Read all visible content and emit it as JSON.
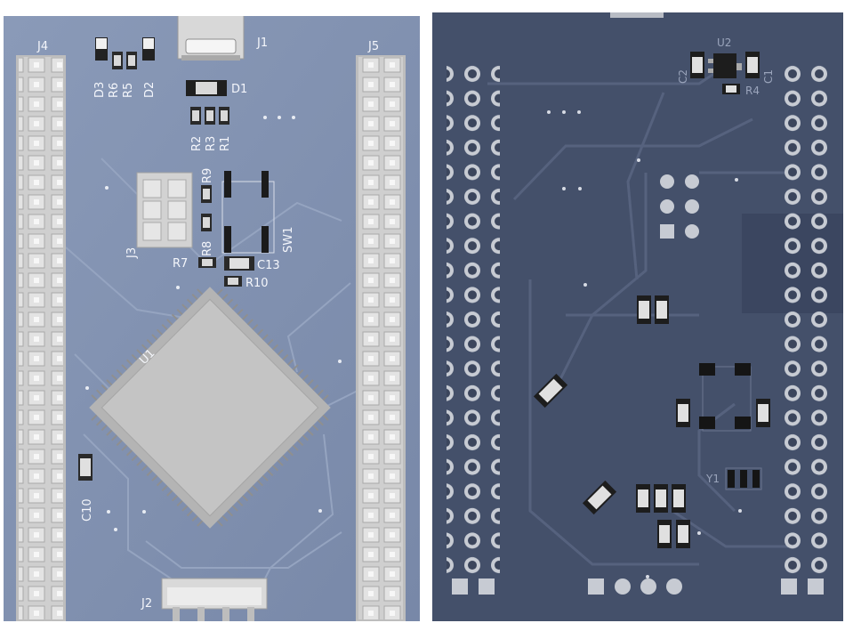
{
  "front": {
    "labels": {
      "j1": "J1",
      "j2": "J2",
      "j3": "J3",
      "j4": "J4",
      "j5": "J5",
      "d1": "D1",
      "d2": "D2",
      "d3": "D3",
      "r1": "R1",
      "r2": "R2",
      "r3": "R3",
      "r5": "R5",
      "r6": "R6",
      "r7": "R7",
      "r8": "R8",
      "r9": "R9",
      "r10": "R10",
      "c10": "C10",
      "c13": "C13",
      "sw1": "SW1",
      "u1": "U1"
    }
  },
  "back": {
    "labels": {
      "u2": "U2",
      "c1": "C1",
      "c2": "C2",
      "r4": "R4",
      "y1": "Y1"
    }
  },
  "colors": {
    "front_pcb": "#7f8fae",
    "back_pcb": "#44506a",
    "silkscreen": "#f4f6fb",
    "pin_header": "#d4d4d4",
    "ic_body": "#bdbdbd",
    "pad": "#c9cdd4"
  },
  "icons": [
    "pin-header",
    "usb-connector",
    "tqfp-ic",
    "smd-resistor",
    "smd-capacitor",
    "led",
    "tactile-switch",
    "crystal",
    "voltage-regulator"
  ]
}
